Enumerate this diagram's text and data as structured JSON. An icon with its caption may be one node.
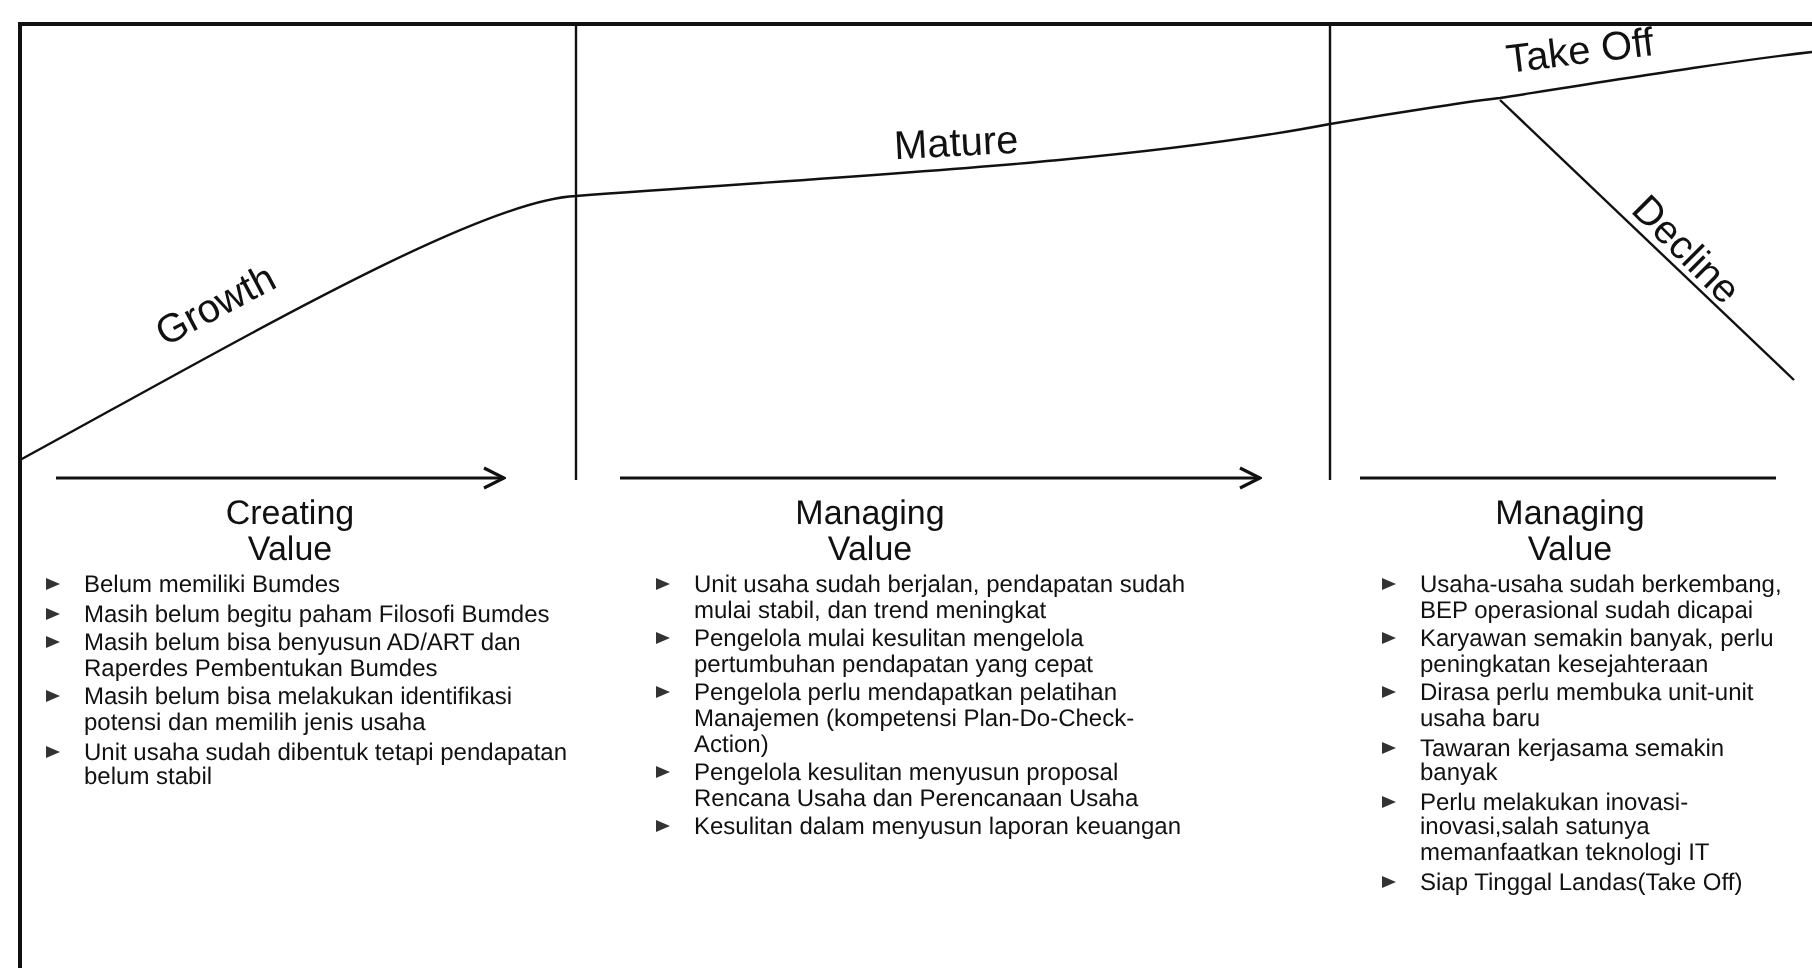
{
  "diagram": {
    "labels": [
      "Take Off",
      "Mature",
      "Decline",
      "Growth",
      "Creating Value",
      "Managing Value",
      "Managing Value",
      "Belum memiliki Bumdes",
      "Masih belum begitu paham Filosofi Bumdes",
      "Masih belum bisa benyusun AD/ART dan Raperdes Pembentukan Bumdes",
      "Masih belum bisa melakukan identifikasi potensi dan memilih jenis usaha",
      "Unit usaha sudah dibentuk tetapi pendapatan belum stabil",
      "Unit usaha sudah berjalan, pendapatan sudah mulai stabil, dan trend meningkat",
      "Pengelola mulai kesulitan mengelola pertumbuhan pendapatan yang cepat",
      "Pengelola perlu mendapatkan pelatihan Manajemen (kompetensi Plan-Do-Check-Action)",
      "Pengelola kesulitan menyusun proposal Rencana Usaha dan Perencanaan Usaha",
      "Kesulitan dalam menyusun laporan keuangan",
      "Usaha-usaha sudah berkembang, BEP operasional sudah dicapai",
      "Karyawan semakin banyak, perlu peningkatan kesejahteraan",
      "Dirasa perlu membuka unit-unit usaha baru",
      "Tawaran kerjasama semakin banyak",
      "Perlu melakukan inovasi-inovasi,salah satunya memanfaatkan teknologi IT",
      "Siap Tinggal Landas(Take Off)"
    ]
  }
}
